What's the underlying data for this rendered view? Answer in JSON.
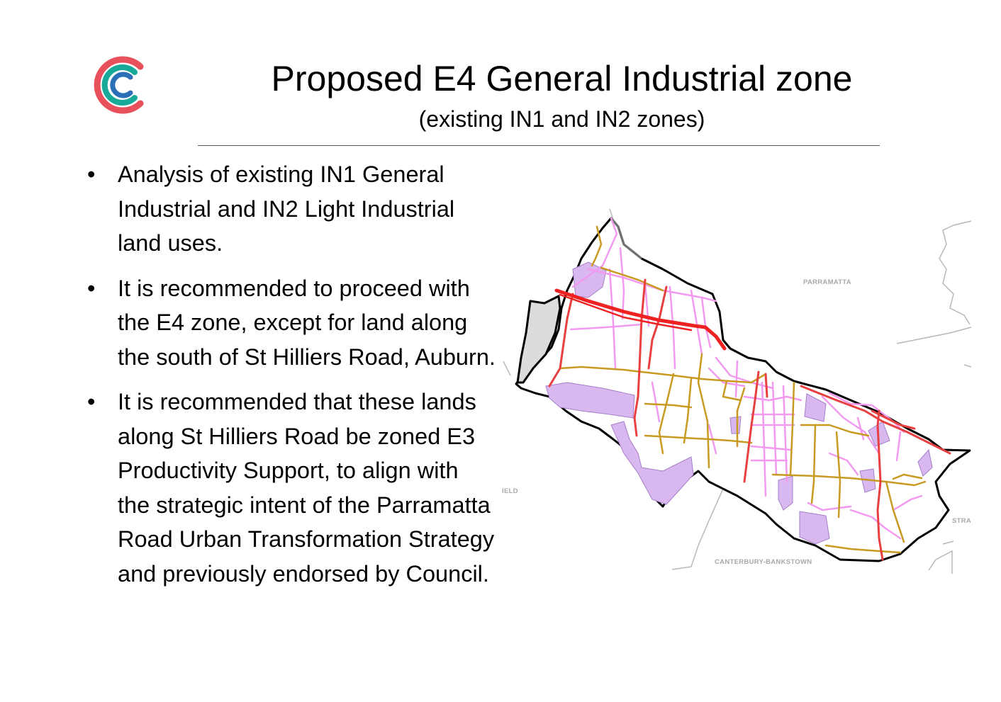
{
  "slide": {
    "title": "Proposed E4 General Industrial zone",
    "subtitle": "(existing IN1 and IN2 zones)",
    "bullets": [
      "Analysis of existing IN1 General Industrial and IN2 Light Industrial land uses.",
      "It is recommended to proceed with the E4 zone, except for land along the south of St Hilliers Road, Auburn.",
      "It is recommended that these lands along St Hilliers Road be zoned E3 Productivity Support, to align with the strategic intent of the Parramatta Road Urban Transformation Strategy and previously endorsed by Council."
    ]
  },
  "logo": {
    "icon": "cumberland-council-c-logo-icon",
    "colors": [
      "#e8505b",
      "#18a999",
      "#2c6fb7"
    ]
  },
  "map": {
    "labels": {
      "parramatta": "PARRAMATTA",
      "canterbury_bankstown": "CANTERBURY-BANKSTOWN",
      "strathfield_partial": "STRA",
      "field_partial": "IELD"
    },
    "colors": {
      "boundary": "#000000",
      "industrial_land": "#d9b8f0",
      "motorway": "#ee2222",
      "main_road": "#e84040",
      "collector_road": "#c89a22",
      "local_street": "#f29af0",
      "excluded_area": "#dcdcdc",
      "neighbouring_lga_boundary": "#b8b8b8"
    }
  }
}
